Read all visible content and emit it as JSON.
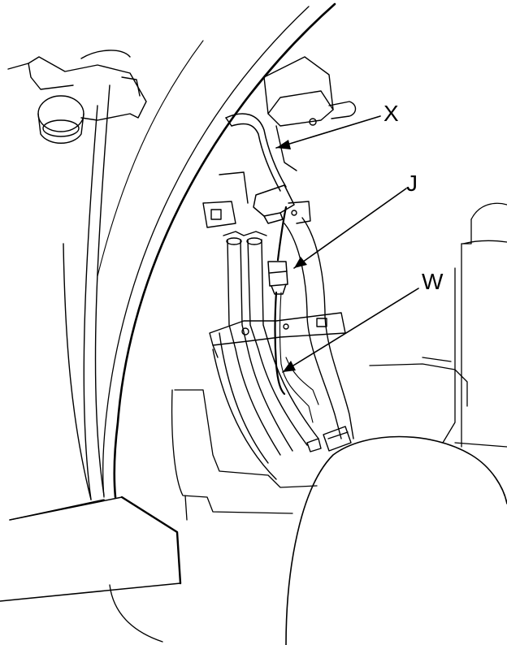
{
  "callouts": {
    "x": {
      "text": "X"
    },
    "j": {
      "text": "J"
    },
    "w": {
      "text": "W"
    }
  },
  "colors": {
    "line": "#000000",
    "background": "#ffffff"
  }
}
